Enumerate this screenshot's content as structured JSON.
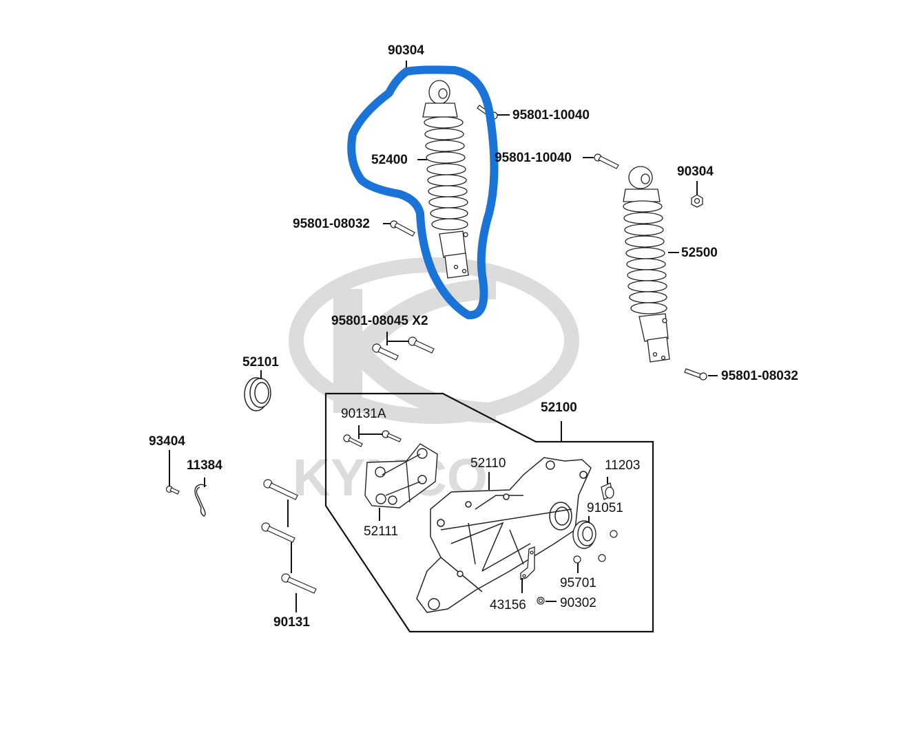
{
  "diagram": {
    "type": "exploded-parts-diagram",
    "brand_watermark": "KYMCO",
    "colors": {
      "line": "#111111",
      "watermark": "#d9d9d9",
      "annotation": "#1a73d6",
      "background": "#ffffff"
    },
    "annotation": {
      "kind": "hand-drawn-outline",
      "encircles_part": "52400"
    },
    "parts": [
      {
        "id": "p-90304-a",
        "label": "90304"
      },
      {
        "id": "p-95801-10040-a",
        "label": "95801-10040"
      },
      {
        "id": "p-52400",
        "label": "52400"
      },
      {
        "id": "p-95801-10040-b",
        "label": "95801-10040"
      },
      {
        "id": "p-90304-b",
        "label": "90304"
      },
      {
        "id": "p-95801-08032-a",
        "label": "95801-08032"
      },
      {
        "id": "p-52500",
        "label": "52500"
      },
      {
        "id": "p-95801-08045",
        "label": "95801-08045 X2"
      },
      {
        "id": "p-52101",
        "label": "52101"
      },
      {
        "id": "p-95801-08032-b",
        "label": "95801-08032"
      },
      {
        "id": "p-52100",
        "label": "52100"
      },
      {
        "id": "p-90131A",
        "label": "90131A"
      },
      {
        "id": "p-93404",
        "label": "93404"
      },
      {
        "id": "p-11384",
        "label": "11384"
      },
      {
        "id": "p-52110",
        "label": "52110"
      },
      {
        "id": "p-11203",
        "label": "11203"
      },
      {
        "id": "p-91051",
        "label": "91051"
      },
      {
        "id": "p-52111",
        "label": "52111"
      },
      {
        "id": "p-95701",
        "label": "95701"
      },
      {
        "id": "p-43156",
        "label": "43156"
      },
      {
        "id": "p-90302",
        "label": "90302"
      },
      {
        "id": "p-90131",
        "label": "90131"
      }
    ]
  }
}
